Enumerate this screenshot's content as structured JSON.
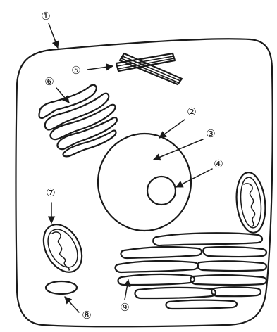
{
  "labels": {
    "l1": "①",
    "l2": "②",
    "l3": "③",
    "l4": "④",
    "l5": "⑤",
    "l6": "⑥",
    "l7": "⑦",
    "l8": "⑧",
    "l9": "⑨"
  }
}
